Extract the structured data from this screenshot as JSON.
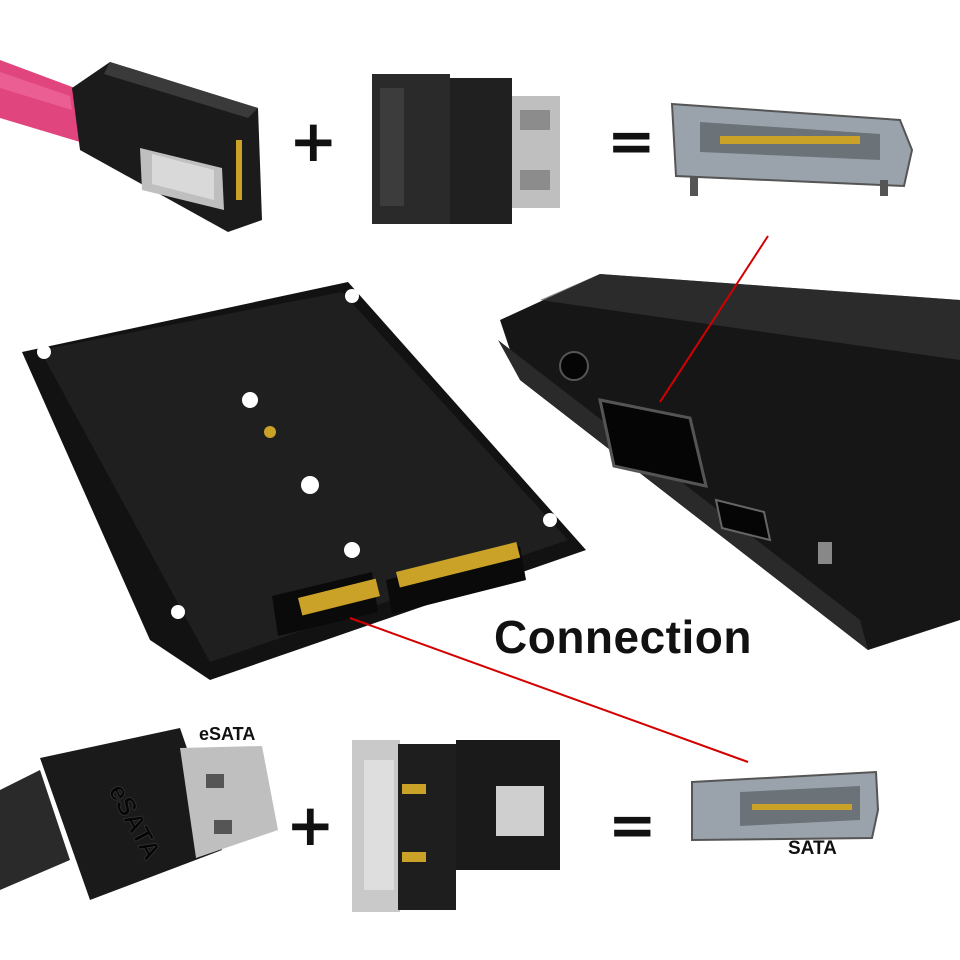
{
  "labels": {
    "connection": "Connection",
    "esata": "eSATA",
    "sata": "SATA",
    "plus": "+",
    "equals": "="
  },
  "embossed_text": {
    "esata_plug": "eSATA"
  },
  "colors": {
    "sata_cable_pink": "#e0457e",
    "connector_black": "#1b1b1b",
    "metal_gold": "#c9a227",
    "metal_silver": "#bfbfbf",
    "guide_line_red": "#d40000",
    "diagram_gray": "#9aa3ab"
  },
  "icons": [
    "sata-cable-connector",
    "sata-to-esata-adapter",
    "esata-port-cutaway",
    "m2-to-sata-enclosure",
    "external-drive-enclosure",
    "esata-cable-plug",
    "esata-to-sata-adapter",
    "sata-port-diagram"
  ]
}
